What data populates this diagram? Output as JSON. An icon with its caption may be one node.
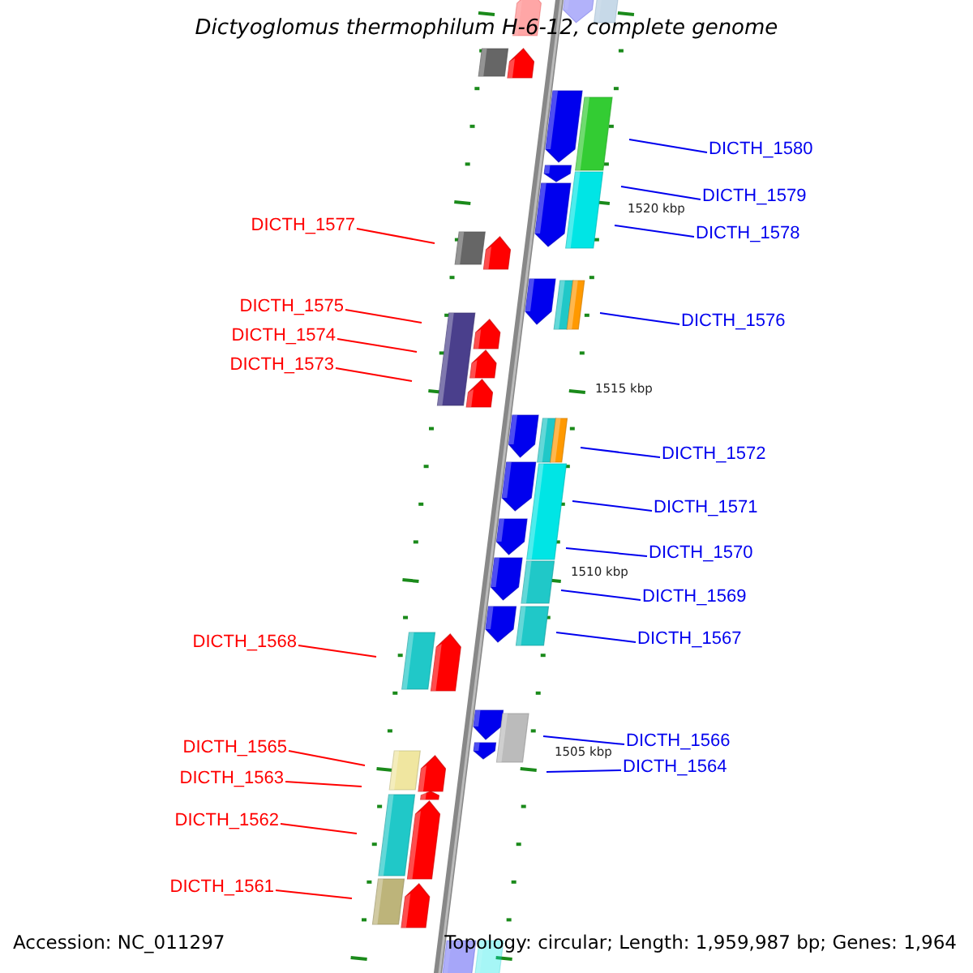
{
  "diagram": {
    "title": "Dictyoglomus thermophilum H-6-12, complete genome",
    "nodes": [
      {
        "text": [
          "DICTH_1580"
        ]
      },
      {
        "text": [
          "DICTH_1579"
        ]
      },
      {
        "text": [
          "DICTH_1577"
        ]
      },
      {
        "text": [
          "DICTH_1578"
        ]
      },
      {
        "text": [
          "DICTH_1575"
        ]
      },
      {
        "text": [
          "DICTH_1576"
        ]
      },
      {
        "text": [
          "DICTH_1574"
        ]
      },
      {
        "text": [
          "DICTH_1573"
        ]
      },
      {
        "text": [
          "DICTH_1572"
        ]
      },
      {
        "text": [
          "DICTH_1571"
        ]
      },
      {
        "text": [
          "DICTH_1570"
        ]
      },
      {
        "text": [
          "DICTH_1569"
        ]
      },
      {
        "text": [
          "DICTH_1567"
        ]
      },
      {
        "text": [
          "DICTH_1568"
        ]
      },
      {
        "text": [
          "DICTH_1566"
        ]
      },
      {
        "text": [
          "DICTH_1565"
        ]
      },
      {
        "text": [
          "DICTH_1564"
        ]
      },
      {
        "text": [
          "DICTH_1563"
        ]
      },
      {
        "text": [
          "DICTH_1562"
        ]
      },
      {
        "text": [
          "DICTH_1561"
        ]
      }
    ],
    "edges": [
      {
        "from": 0,
        "to": null,
        "arrow": "none"
      },
      {
        "from": 1,
        "to": null,
        "arrow": "none"
      },
      {
        "from": 2,
        "to": null,
        "arrow": "none",
        "color": "#ff0000"
      },
      {
        "from": 3,
        "to": null,
        "arrow": "none"
      },
      {
        "from": 4,
        "to": null,
        "arrow": "none",
        "color": "#ff0000"
      },
      {
        "from": 5,
        "to": null,
        "arrow": "none"
      },
      {
        "from": 6,
        "to": null,
        "arrow": "none",
        "color": "#ff0000"
      },
      {
        "from": 7,
        "to": null,
        "arrow": "none",
        "color": "#ff0000"
      },
      {
        "from": 8,
        "to": null,
        "arrow": "none"
      },
      {
        "from": 9,
        "to": null,
        "arrow": "none"
      },
      {
        "from": 10,
        "to": null,
        "arrow": "none"
      },
      {
        "from": 11,
        "to": null,
        "arrow": "none"
      },
      {
        "from": 12,
        "to": null,
        "arrow": "none"
      },
      {
        "from": 13,
        "to": null,
        "arrow": "none",
        "color": "#ff0000"
      },
      {
        "from": 14,
        "to": null,
        "arrow": "none"
      },
      {
        "from": 15,
        "to": null,
        "arrow": "none",
        "color": "#ff0000"
      },
      {
        "from": 16,
        "to": null,
        "arrow": "none"
      },
      {
        "from": 17,
        "to": null,
        "arrow": "none",
        "color": "#ff0000"
      },
      {
        "from": 18,
        "to": null,
        "arrow": "none",
        "color": "#ff0000"
      },
      {
        "from": 19,
        "to": null,
        "arrow": "none",
        "color": "#ff0000"
      }
    ],
    "labels": [
      "1520 kbp",
      "1515 kbp",
      "1510 kbp",
      "1505 kbp",
      "Accession: NC_011297",
      "Topology: circular; Length: 1,959,987 bp; Genes: 1,964"
    ]
  }
}
